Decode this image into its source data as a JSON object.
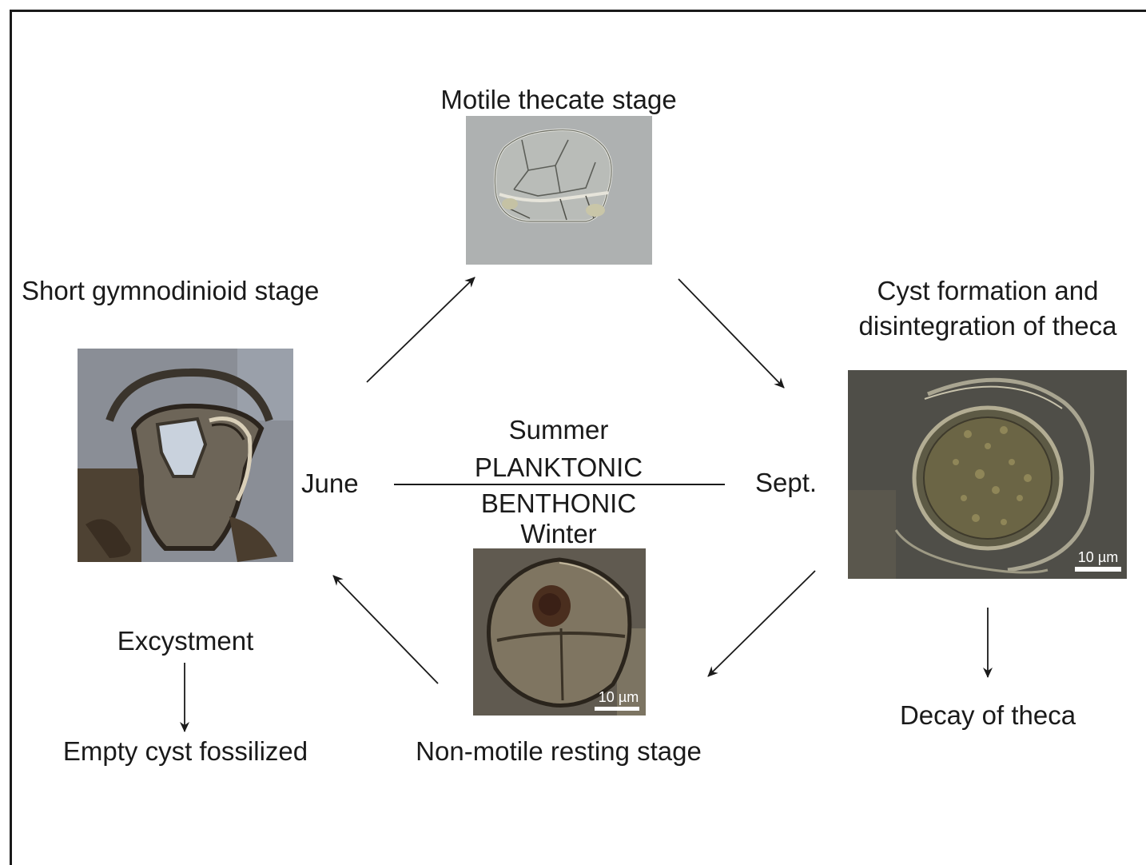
{
  "labels": {
    "motile": "Motile thecate stage",
    "short_gym": "Short gymnodinioid stage",
    "cyst_formation_1": "Cyst formation and",
    "cyst_formation_2": "disintegration of theca",
    "june": "June",
    "sept": "Sept.",
    "summer": "Summer",
    "planktonic": "PLANKTONIC",
    "benthonic": "BENTHONIC",
    "winter": "Winter",
    "excystment": "Excystment",
    "empty_cyst": "Empty cyst fossilized",
    "non_motile": "Non-motile resting stage",
    "decay": "Decay of theca"
  },
  "scale_bars": {
    "cyst_image": "10 µm",
    "resting_image": "10 µm"
  },
  "colors": {
    "motile_bg": "#aeb1b1",
    "gymno_bg": "#8a8e96",
    "cyst_bg": "#4f4e48",
    "resting_bg": "#605a50"
  }
}
